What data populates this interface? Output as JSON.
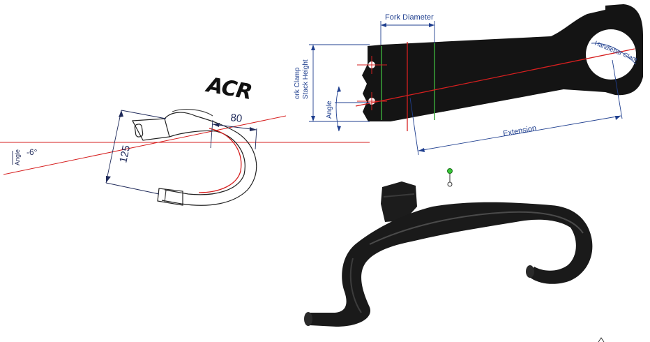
{
  "drawing": {
    "angle_label": "Angle",
    "angle_value": "-6°",
    "reach_value": "80",
    "drop_value": "125",
    "brand_logo_text": "ACR"
  },
  "stem_diagram": {
    "fork_diameter": "Fork Diameter",
    "fork_clamp_line1": "ork Clamp",
    "fork_clamp_line2": "Stack Height",
    "angle": "Angle",
    "extension": "Extension",
    "handlebar_clamp": "Handlebar Clam"
  },
  "colors": {
    "dimension_blue": "#1f3f8f",
    "center_red": "#d61f1f",
    "clamp_green": "#3aa33a",
    "carbon_black": "#1a1a1a",
    "handle_green": "#37c837"
  }
}
